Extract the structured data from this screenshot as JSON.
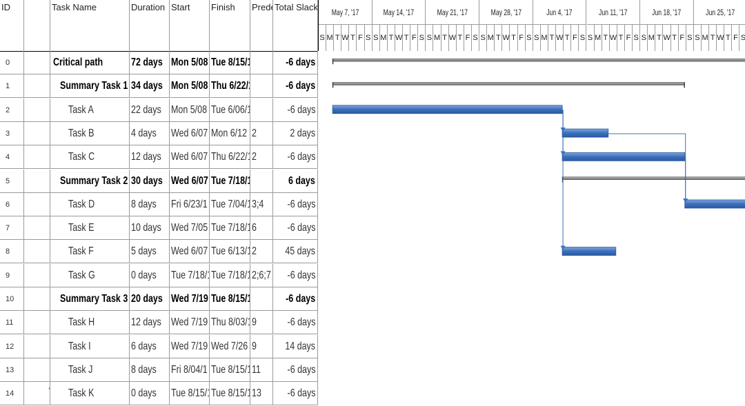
{
  "table": {
    "headers": {
      "id": "ID",
      "task_name": "Task Name",
      "duration": "Duration",
      "start": "Start",
      "finish": "Finish",
      "predecessors": "Predec",
      "total_slack": "Total Slack"
    },
    "rows": [
      {
        "id": "0",
        "name": "Critical path",
        "duration": "72 days",
        "start": "Mon 5/08",
        "finish": "Tue 8/15/1",
        "pred": "",
        "slack": "-6 days",
        "bold": true,
        "indent": 0
      },
      {
        "id": "1",
        "name": "Summary Task 1",
        "duration": "34 days",
        "start": "Mon 5/08",
        "finish": "Thu 6/22/1",
        "pred": "",
        "slack": "-6 days",
        "bold": true,
        "indent": 1
      },
      {
        "id": "2",
        "name": "Task A",
        "duration": "22 days",
        "start": "Mon 5/08",
        "finish": "Tue 6/06/1",
        "pred": "",
        "slack": "-6 days",
        "bold": false,
        "indent": 2
      },
      {
        "id": "3",
        "name": "Task B",
        "duration": "4 days",
        "start": "Wed 6/07",
        "finish": "Mon 6/12",
        "pred": "2",
        "slack": "2 days",
        "bold": false,
        "indent": 2
      },
      {
        "id": "4",
        "name": "Task C",
        "duration": "12 days",
        "start": "Wed 6/07",
        "finish": "Thu 6/22/1",
        "pred": "2",
        "slack": "-6 days",
        "bold": false,
        "indent": 2
      },
      {
        "id": "5",
        "name": "Summary Task 2",
        "duration": "30 days",
        "start": "Wed 6/07",
        "finish": "Tue 7/18/1",
        "pred": "",
        "slack": "6 days",
        "bold": true,
        "indent": 1
      },
      {
        "id": "6",
        "name": "Task D",
        "duration": "8 days",
        "start": "Fri 6/23/1",
        "finish": "Tue 7/04/1",
        "pred": "3;4",
        "slack": "-6 days",
        "bold": false,
        "indent": 2
      },
      {
        "id": "7",
        "name": "Task E",
        "duration": "10 days",
        "start": "Wed 7/05",
        "finish": "Tue 7/18/1",
        "pred": "6",
        "slack": "-6 days",
        "bold": false,
        "indent": 2
      },
      {
        "id": "8",
        "name": "Task F",
        "duration": "5 days",
        "start": "Wed 6/07",
        "finish": "Tue 6/13/1",
        "pred": "2",
        "slack": "45 days",
        "bold": false,
        "indent": 2
      },
      {
        "id": "9",
        "name": "Task G",
        "duration": "0 days",
        "start": "Tue 7/18/1",
        "finish": "Tue 7/18/1",
        "pred": "2;6;7",
        "slack": "-6 days",
        "bold": false,
        "indent": 2
      },
      {
        "id": "10",
        "name": "Summary Task 3",
        "duration": "20 days",
        "start": "Wed 7/19",
        "finish": "Tue 8/15/1",
        "pred": "",
        "slack": "-6 days",
        "bold": true,
        "indent": 1
      },
      {
        "id": "11",
        "name": "Task H",
        "duration": "12 days",
        "start": "Wed 7/19",
        "finish": "Thu 8/03/1",
        "pred": "9",
        "slack": "-6 days",
        "bold": false,
        "indent": 2
      },
      {
        "id": "12",
        "name": "Task I",
        "duration": "6 days",
        "start": "Wed 7/19",
        "finish": "Wed 7/26",
        "pred": "9",
        "slack": "14 days",
        "bold": false,
        "indent": 2
      },
      {
        "id": "13",
        "name": "Task J",
        "duration": "8 days",
        "start": "Fri 8/04/1",
        "finish": "Tue 8/15/1",
        "pred": "11",
        "slack": "-6 days",
        "bold": false,
        "indent": 2
      },
      {
        "id": "14",
        "name": "Task K",
        "duration": "0 days",
        "start": "Tue 8/15/1",
        "finish": "Tue 8/15/1",
        "pred": "13",
        "slack": "-6 days",
        "bold": false,
        "indent": 2,
        "indicator": "deadline-diamond-icon"
      }
    ]
  },
  "timescale": {
    "weeks": [
      "May 7, '17",
      "May 14, '17",
      "May 21, '17",
      "May 28, '17",
      "Jun 4, '17",
      "Jun 11, '17",
      "Jun 18, '17",
      "Jun 25, '17"
    ],
    "day_letters": [
      "S",
      "M",
      "T",
      "W",
      "T",
      "F",
      "S"
    ]
  },
  "colors": {
    "task_bar": "#3a6fbd",
    "summary_bar": "#6e6e6e",
    "link_line": "#3a6fbd",
    "grid_line": "#9a9a9a",
    "deadline_marker": "#e22222"
  },
  "icons": {
    "indicators_header": "info-icon"
  }
}
